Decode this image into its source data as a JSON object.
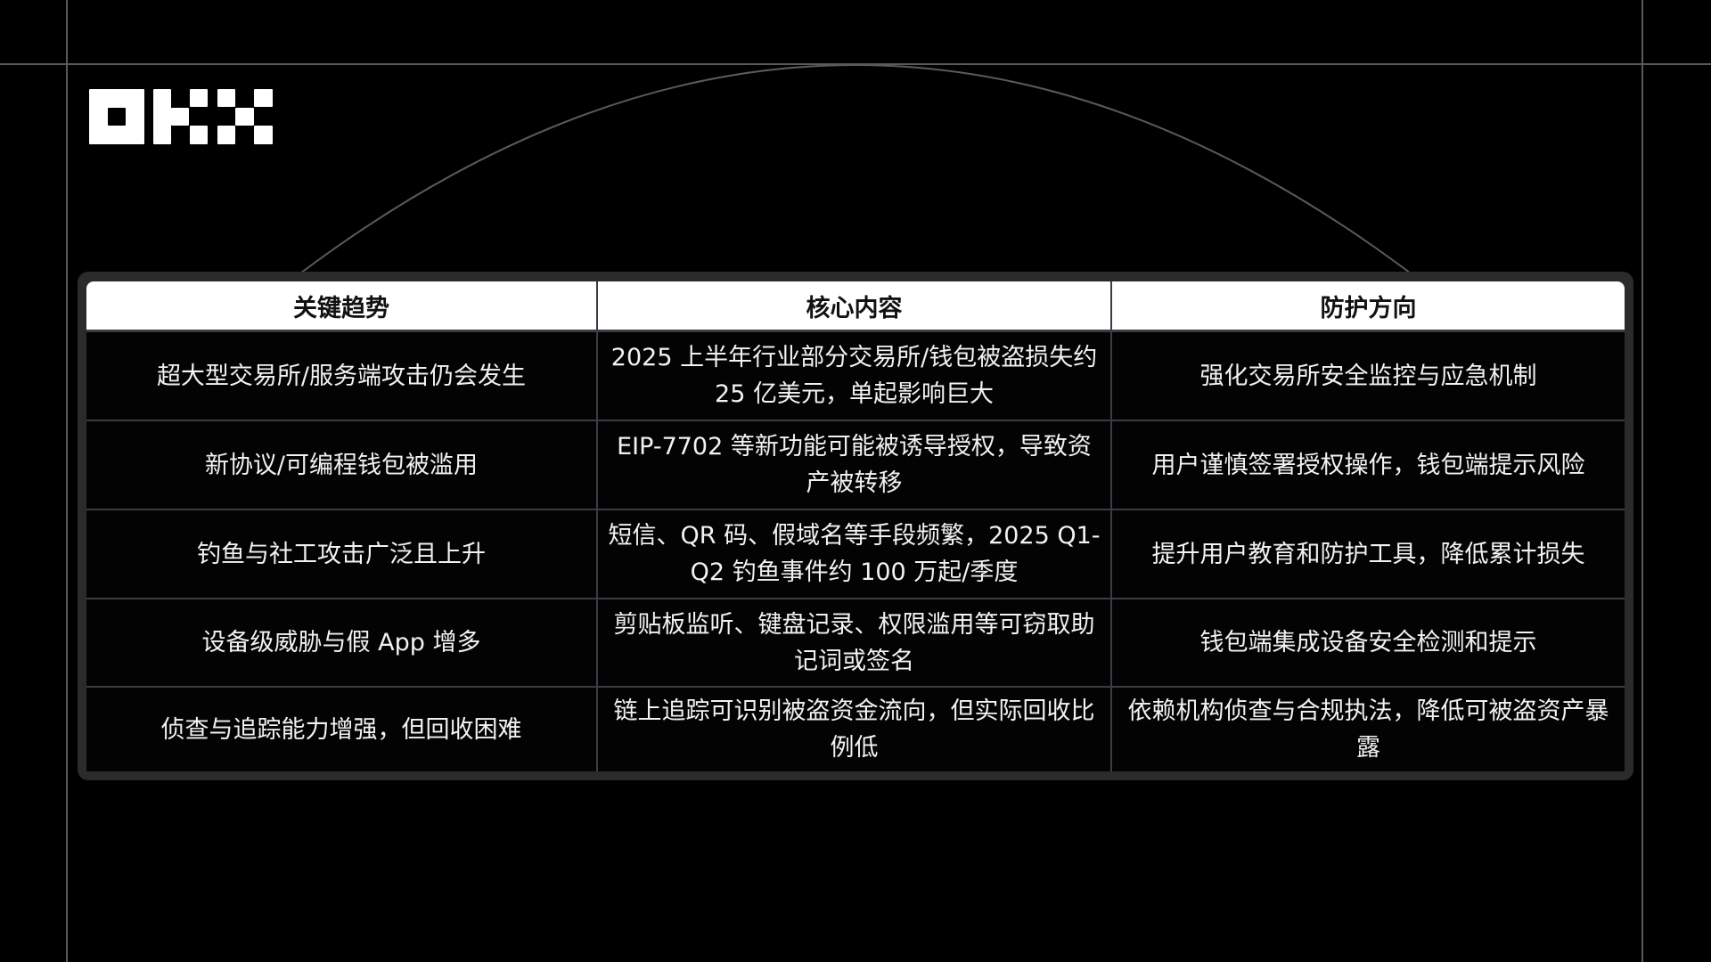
{
  "brand": {
    "logo": "OKX",
    "logo_icon": "okx-logo-icon"
  },
  "table": {
    "headers": [
      "关键趋势",
      "核心内容",
      "防护方向"
    ],
    "rows": [
      [
        "超大型交易所/服务端攻击仍会发生",
        "2025 上半年行业部分交易所/钱包被盗损失约 25 亿美元，单起影响巨大",
        "强化交易所安全监控与应急机制"
      ],
      [
        "新协议/可编程钱包被滥用",
        "EIP-7702 等新功能可能被诱导授权，导致资产被转移",
        "用户谨慎签署授权操作，钱包端提示风险"
      ],
      [
        "钓鱼与社工攻击广泛且上升",
        "短信、QR 码、假域名等手段频繁，2025 Q1-Q2 钓鱼事件约 100 万起/季度",
        "提升用户教育和防护工具，降低累计损失"
      ],
      [
        "设备级威胁与假 App 增多",
        "剪贴板监听、键盘记录、权限滥用等可窃取助记词或签名",
        "钱包端集成设备安全检测和提示"
      ],
      [
        "侦查与追踪能力增强，但回收困难",
        "链上追踪可识别被盗资金流向，但实际回收比例低",
        "依赖机构侦查与合规执法，降低可被盗资产暴露"
      ]
    ]
  },
  "colors": {
    "background": "#000000",
    "header_bg": "#ffffff",
    "frame": "#2b2b2b",
    "grid": "#3a3d44",
    "guide_lines": "#5a5a5a"
  }
}
